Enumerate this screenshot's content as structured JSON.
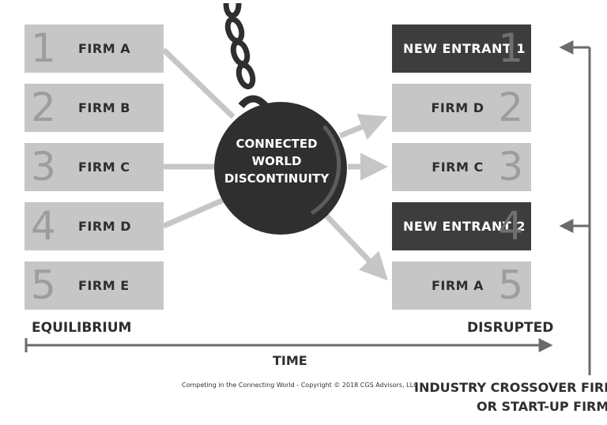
{
  "left_rows": [
    {
      "rank": "1",
      "firm": "FIRM A"
    },
    {
      "rank": "2",
      "firm": "FIRM B"
    },
    {
      "rank": "3",
      "firm": "FIRM C"
    },
    {
      "rank": "4",
      "firm": "FIRM D"
    },
    {
      "rank": "5",
      "firm": "FIRM E"
    }
  ],
  "right_rows": [
    {
      "rank": "1",
      "firm": "NEW ENTRANT 1",
      "style": "dark"
    },
    {
      "rank": "2",
      "firm": "FIRM D",
      "style": "light"
    },
    {
      "rank": "3",
      "firm": "FIRM C",
      "style": "light"
    },
    {
      "rank": "4",
      "firm": "NEW ENTRANT 2",
      "style": "dark"
    },
    {
      "rank": "5",
      "firm": "FIRM A",
      "style": "light"
    }
  ],
  "center": {
    "line1": "CONNECTED",
    "line2": "WORLD",
    "line3": "DISCONTINUITY"
  },
  "timeline": {
    "start": "EQUILIBRIUM",
    "end": "DISRUPTED",
    "axis": "TIME"
  },
  "side_label": {
    "line1": "INDUSTRY CROSSOVER FIRM",
    "line2": "OR START-UP FIRM"
  },
  "footer": "Competing in the Connecting World - Copyright © 2018 CGS Advisors, LLC",
  "colors": {
    "light_box": "#c6c6c6",
    "dark_box": "#3d3d3d",
    "arrow": "#c6c6c6",
    "ball": "#2f2f2f",
    "text": "#2e2e2e"
  }
}
